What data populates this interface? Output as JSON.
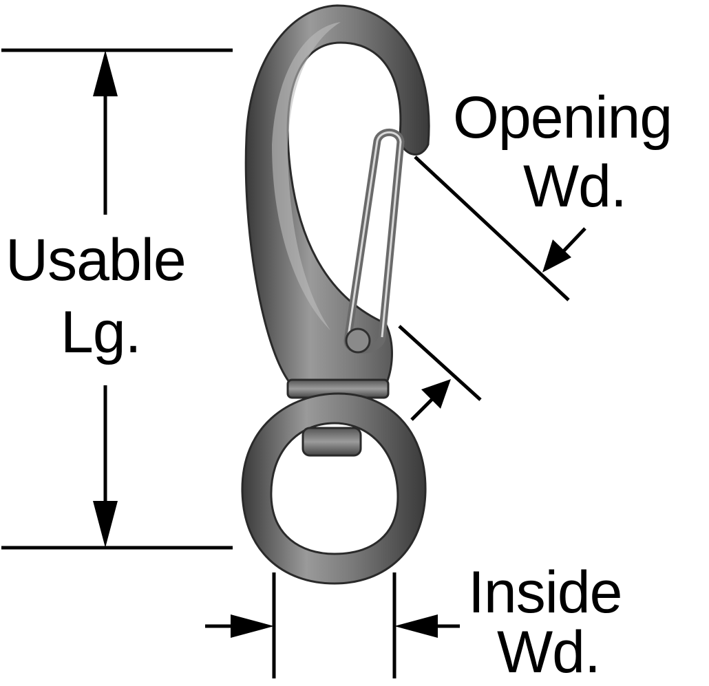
{
  "labels": {
    "usable_line1": "Usable",
    "usable_line2": "Lg.",
    "opening_line1": "Opening",
    "opening_line2": "Wd.",
    "inside_line1": "Inside",
    "inside_line2": "Wd."
  },
  "colors": {
    "ink": "#000000",
    "metal_dark": "#3f3f3f",
    "metal_mid": "#7d7d7d",
    "metal_light": "#c9c9c9"
  },
  "illustration": "swivel-snap-hook"
}
